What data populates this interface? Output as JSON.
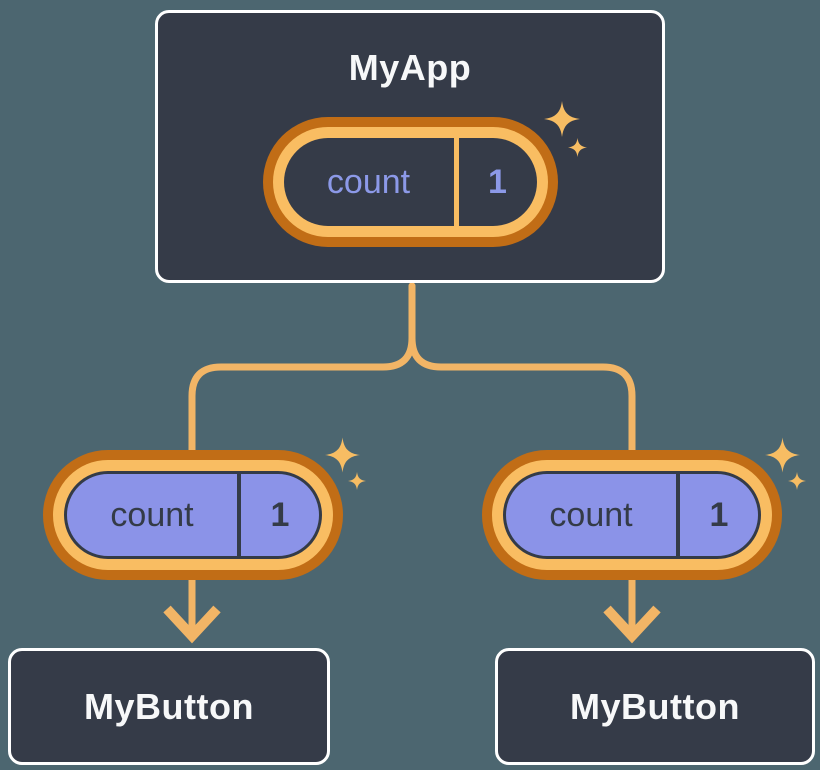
{
  "diagram": {
    "title": "React state tree diagram",
    "nodes": {
      "root": {
        "label": "MyApp"
      },
      "left_child": {
        "label": "MyButton"
      },
      "right_child": {
        "label": "MyButton"
      }
    },
    "pills": {
      "root": {
        "name": "count",
        "value": "1"
      },
      "left": {
        "name": "count",
        "value": "1"
      },
      "right": {
        "name": "count",
        "value": "1"
      }
    },
    "icons": [
      "sparkle-icon",
      "arrow-down-icon",
      "connector-lines"
    ],
    "colors": {
      "page_background": "#4c6670",
      "node_background": "#353b48",
      "node_border": "#ffffff",
      "node_text": "#f7f8f9",
      "pill_ring_outer": "#c16d16",
      "pill_ring_inner": "#f9bd62",
      "pill_fill_child": "#8b93e8",
      "pill_text_root": "#8c99e8",
      "pill_text_child": "#343b47",
      "connector": "#f2b566",
      "sparkle": "#f7bd63"
    }
  }
}
